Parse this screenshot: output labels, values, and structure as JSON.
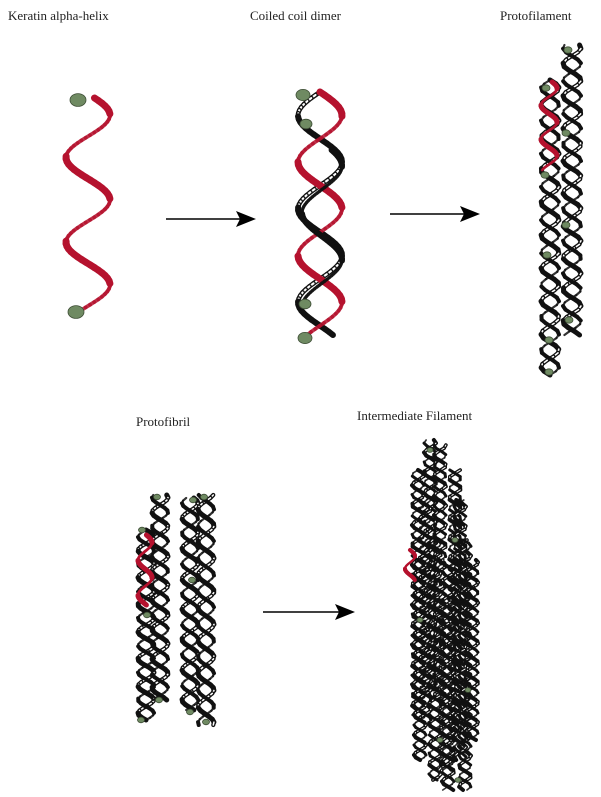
{
  "labels": {
    "alpha_helix": "Keratin alpha-helix",
    "dimer": "Coiled coil dimer",
    "protofilament": "Protofilament",
    "protofibril": "Protofibril",
    "intermediate_filament": "Intermediate Filament"
  },
  "colors": {
    "helix_red": "#b5122e",
    "helix_dark": "#111111",
    "terminal_green": "#6f8a62",
    "arrow": "#000000"
  },
  "icons": {
    "arrow": "right-arrow-icon",
    "terminal": "terminal-cap-icon"
  }
}
